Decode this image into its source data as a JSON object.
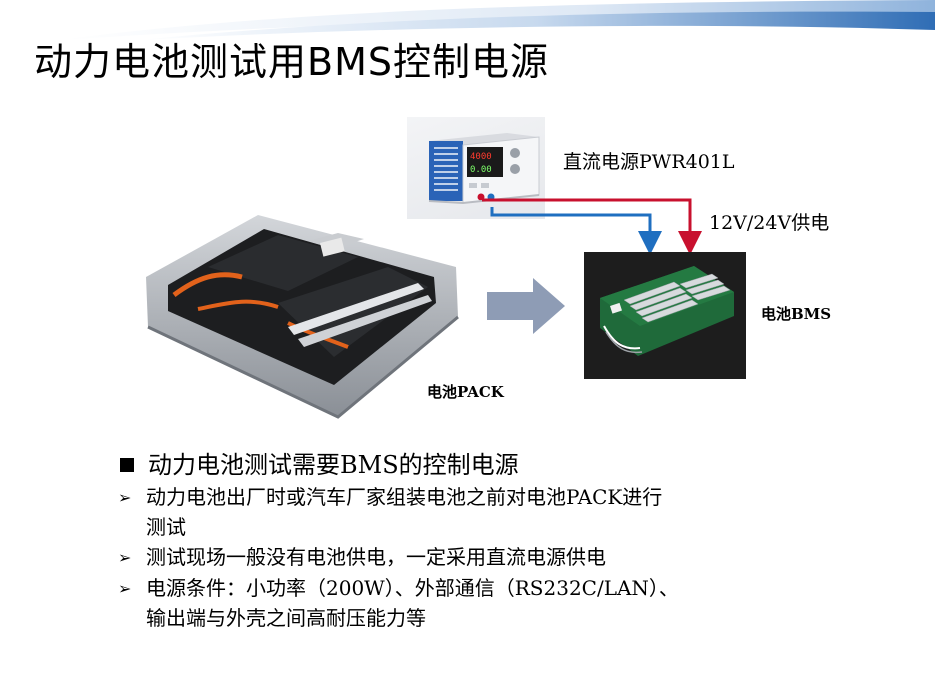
{
  "title": "动力电池测试用BMS控制电源",
  "labels": {
    "psu": "直流电源PWR401L",
    "voltage": "12V/24V供电",
    "bms": "电池BMS",
    "pack": "电池PACK"
  },
  "psu_display": {
    "top": "4000",
    "bottom": "0.00"
  },
  "bullets": {
    "main": "动力电池测试需要BMS的控制电源",
    "items": [
      {
        "line1": "动力电池出厂时或汽车厂家组装电池之前对电池PACK进行",
        "line2": "测试"
      },
      {
        "line1": "测试现场一般没有电池供电，一定采用直流电源供电",
        "line2": ""
      },
      {
        "line1": "电源条件：小功率（200W）、外部通信（RS232C/LAN）、",
        "line2": "输出端与外壳之间高耐压能力等"
      }
    ]
  },
  "colors": {
    "swoosh": "#2f6db5",
    "arrow": "#8e9cb5",
    "wire_red": "#c8102e",
    "wire_blue": "#1f6fc0"
  }
}
